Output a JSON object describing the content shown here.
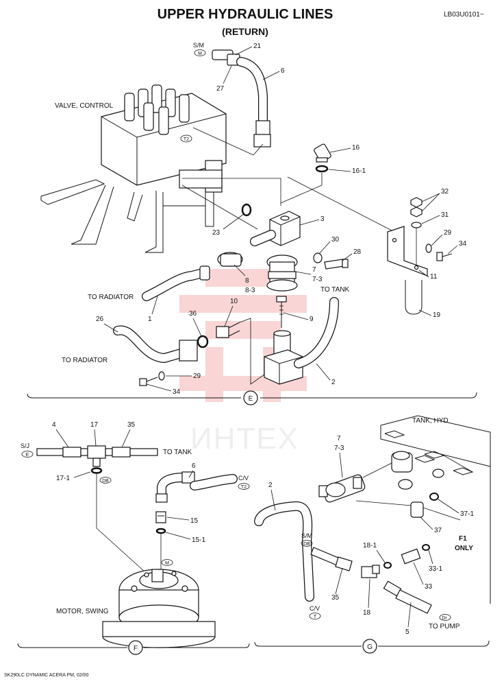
{
  "header": {
    "title": "UPPER HYDRAULIC LINES",
    "subtitle": "(RETURN)",
    "serial": "LB03U0101~"
  },
  "footer": {
    "model": "SK290LC DYNAMIC ACERA PM, 02/00"
  },
  "watermark": {
    "text": "ИНТЕХ",
    "color": "#f08a8a"
  },
  "section_e": {
    "badge": "E",
    "labels": {
      "valve_control": "VALVE, CONTROL",
      "to_radiator_1": "TO RADIATOR",
      "to_radiator_2": "TO RADIATOR",
      "to_tank": "TO TANK"
    },
    "refs": {
      "sm": "S/M",
      "m": "M",
      "t2": "T2"
    },
    "callouts": [
      "21",
      "6",
      "27",
      "16",
      "16-1",
      "32",
      "31",
      "29",
      "34",
      "3",
      "23",
      "30",
      "28",
      "7",
      "7-3",
      "11",
      "8",
      "8-3",
      "10",
      "36",
      "9",
      "19",
      "1",
      "26",
      "2",
      "29",
      "34"
    ]
  },
  "section_f": {
    "badge": "F",
    "labels": {
      "to_tank": "TO TANK",
      "motor_swing": "MOTOR, SWING"
    },
    "refs": {
      "sj": "S/J",
      "e": "E",
      "db": "DB",
      "cv": "C/V",
      "t2": "T2",
      "m": "M"
    },
    "callouts": [
      "4",
      "17",
      "35",
      "17-1",
      "6",
      "15",
      "15-1"
    ]
  },
  "section_g": {
    "badge": "G",
    "labels": {
      "tank_hyd": "TANK, HYD",
      "f1_only_1": "F1",
      "f1_only_2": "ONLY",
      "to_pump": "TO PUMP"
    },
    "refs": {
      "sm": "S/M",
      "db": "DB",
      "cv": "C/V",
      "t": "T",
      "dr": "Dr"
    },
    "callouts": [
      "7",
      "7-3",
      "2",
      "37-1",
      "37",
      "18-1",
      "33-1",
      "35",
      "18",
      "33",
      "5"
    ]
  }
}
